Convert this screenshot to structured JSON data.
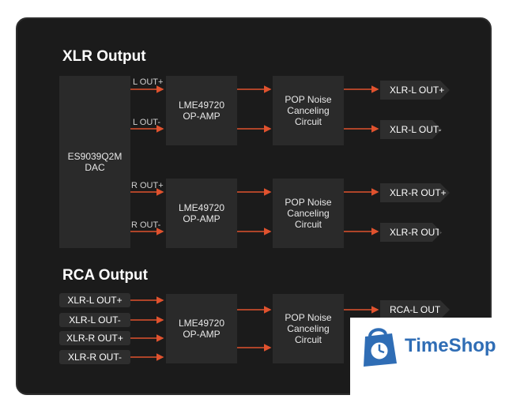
{
  "xlr_section": {
    "title": "XLR Output",
    "dac": "ES9039Q2M\nDAC",
    "signals": [
      "L OUT+",
      "L OUT-",
      "R OUT+",
      "R OUT-"
    ],
    "opamp": "LME49720\nOP-AMP",
    "pop": "POP Noise\nCanceling\nCircuit",
    "outputs": [
      "XLR-L OUT+",
      "XLR-L OUT-",
      "XLR-R OUT+",
      "XLR-R OUT-"
    ]
  },
  "rca_section": {
    "title": "RCA Output",
    "inputs": [
      "XLR-L OUT+",
      "XLR-L OUT-",
      "XLR-R OUT+",
      "XLR-R OUT-"
    ],
    "opamp": "LME49720\nOP-AMP",
    "pop": "POP Noise\nCanceling\nCircuit",
    "outputs": [
      "RCA-L OUT"
    ]
  },
  "watermark": {
    "brand": "TimeShop",
    "icon": "shopping-bag-clock-icon"
  },
  "colors": {
    "panel": "#1b1b1b",
    "box": "#2a2a2a",
    "arrow": "#e0522e",
    "brand": "#2f6db5"
  }
}
